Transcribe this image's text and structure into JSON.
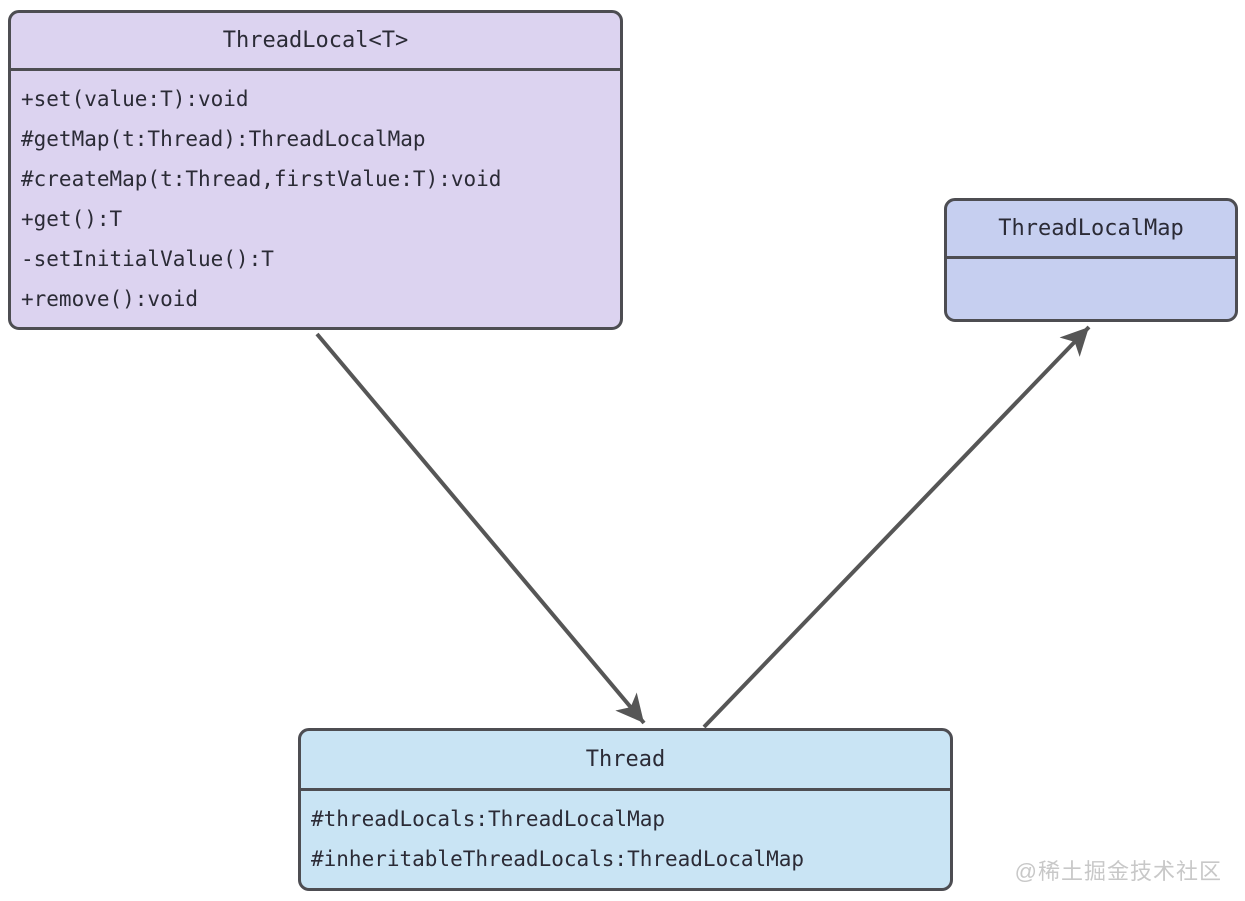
{
  "diagram": {
    "classes": {
      "threadLocal": {
        "title": "ThreadLocal<T>",
        "fill": "#dcd3f0",
        "members": [
          "+set(value:T):void",
          "#getMap(t:Thread):ThreadLocalMap",
          "#createMap(t:Thread,firstValue:T):void",
          "+get():T",
          "-setInitialValue():T",
          "+remove():void"
        ]
      },
      "threadLocalMap": {
        "title": "ThreadLocalMap",
        "fill": "#c6cff0",
        "members": []
      },
      "thread": {
        "title": "Thread",
        "fill": "#c9e4f4",
        "members": [
          "#threadLocals:ThreadLocalMap",
          "#inheritableThreadLocals:ThreadLocalMap"
        ]
      }
    },
    "relations": [
      {
        "from": "ThreadLocal<T>",
        "to": "Thread",
        "type": "directed-association"
      },
      {
        "from": "Thread",
        "to": "ThreadLocalMap",
        "type": "directed-association"
      }
    ],
    "colors": {
      "border": "#4d4d52",
      "arrow": "#565656",
      "text": "#2b2b36"
    }
  },
  "watermark": {
    "text": "@稀土掘金技术社区",
    "color": "#c8c8c8"
  }
}
